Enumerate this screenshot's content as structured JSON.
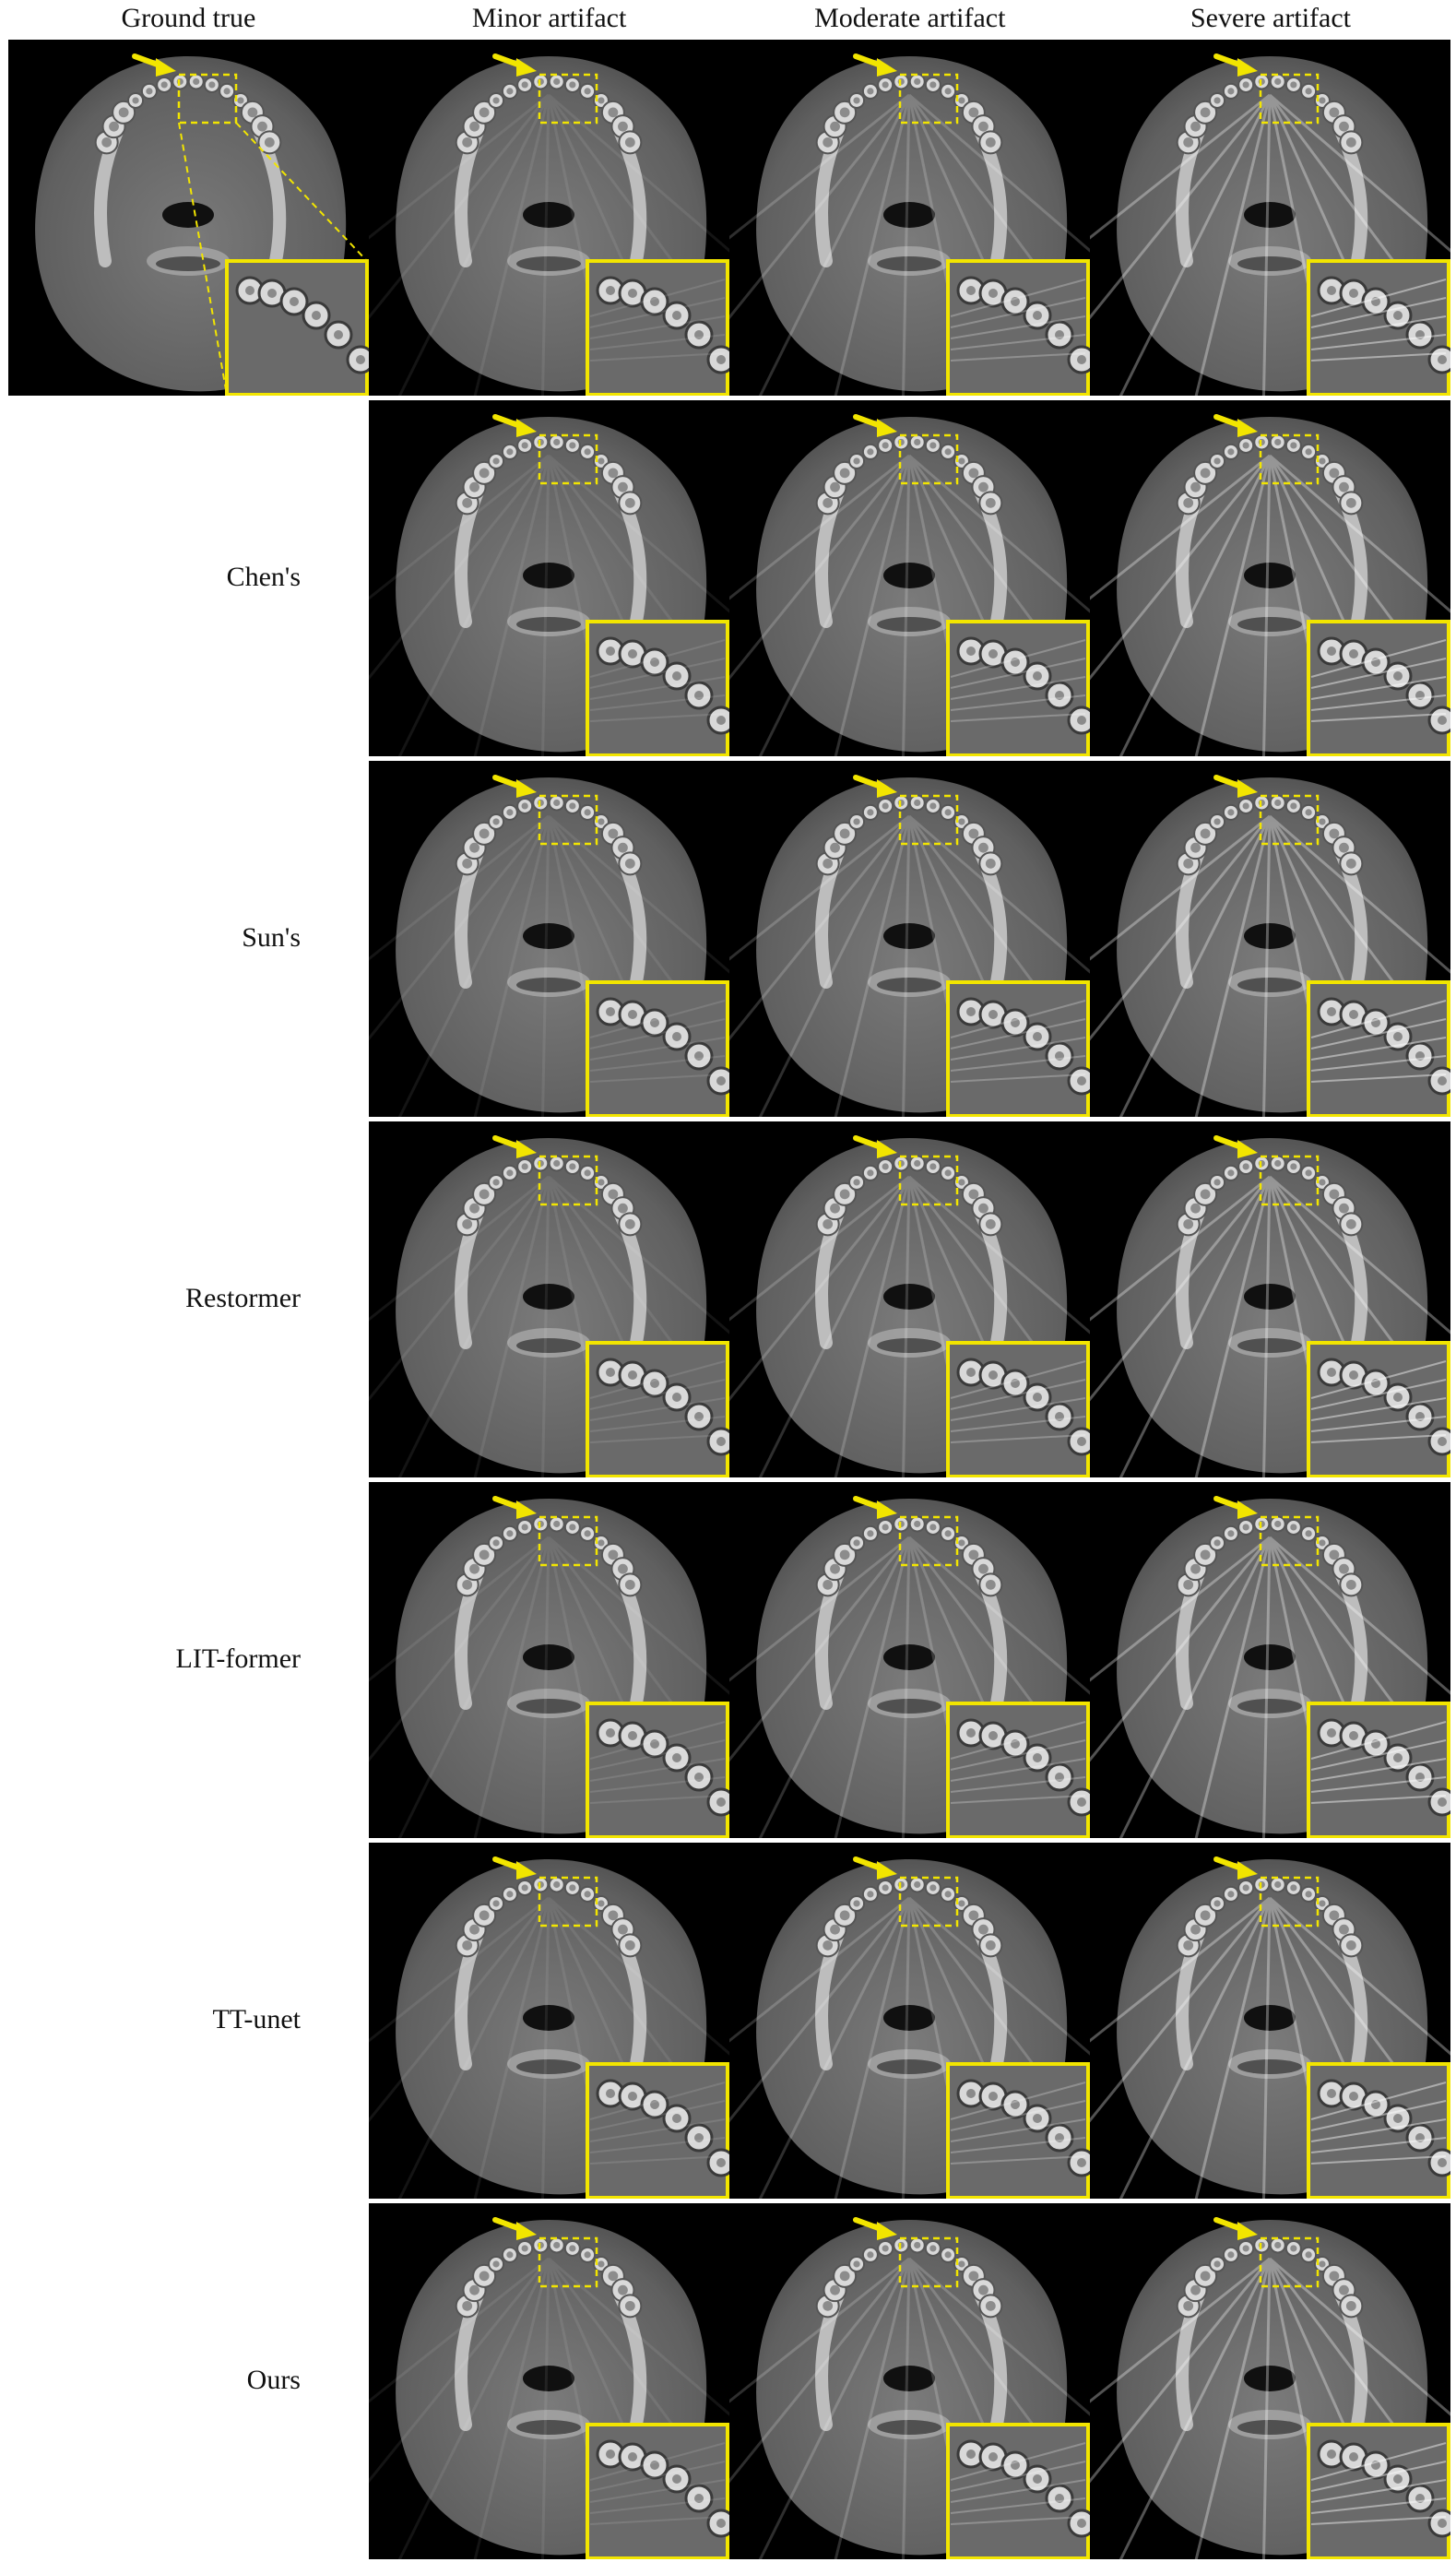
{
  "columns": [
    {
      "label": "Ground true"
    },
    {
      "label": "Minor artifact"
    },
    {
      "label": "Moderate artifact"
    },
    {
      "label": "Severe artifact"
    }
  ],
  "rows": [
    {
      "label": "",
      "artifact_levels": [
        "none",
        "minor",
        "moderate",
        "severe"
      ]
    },
    {
      "label": "Chen's",
      "artifact_levels": [
        "minor",
        "moderate",
        "severe"
      ]
    },
    {
      "label": "Sun's",
      "artifact_levels": [
        "minor",
        "moderate",
        "severe"
      ]
    },
    {
      "label": "Restormer",
      "artifact_levels": [
        "minor",
        "moderate",
        "severe"
      ]
    },
    {
      "label": "LIT-former",
      "artifact_levels": [
        "minor",
        "moderate",
        "severe"
      ]
    },
    {
      "label": "TT-unet",
      "artifact_levels": [
        "minor",
        "moderate",
        "severe"
      ]
    },
    {
      "label": "Ours",
      "artifact_levels": [
        "minor",
        "moderate",
        "severe"
      ]
    }
  ],
  "colors": {
    "annotation": "#f2e500",
    "background": "#000000",
    "tissue": "#6e6e6e",
    "bone": "#d9d9d9"
  }
}
